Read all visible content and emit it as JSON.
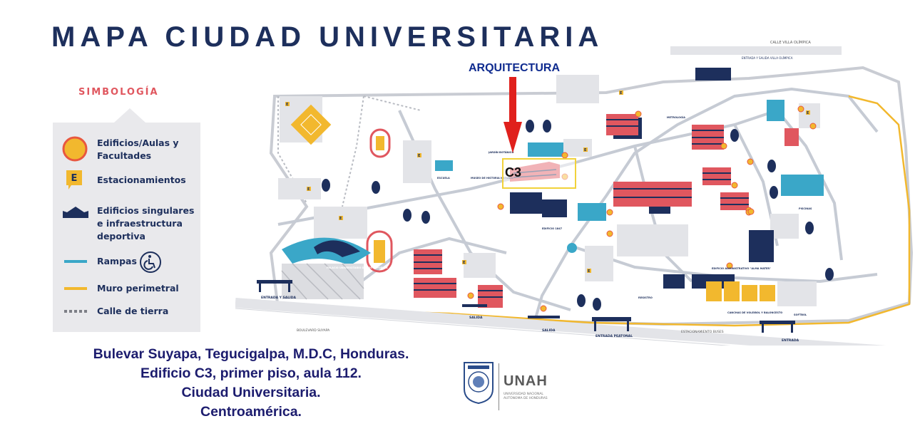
{
  "title": "MAPA CIUDAD UNIVERSITARIA",
  "simbologia": {
    "title": "SIMBOLOGÍA",
    "items": [
      {
        "icon": "building-circle-icon",
        "label": "Edificios/Aulas y Facultades"
      },
      {
        "icon": "parking-e-icon",
        "label": "Estacionamientos"
      },
      {
        "icon": "special-building-icon",
        "label": "Edificios singulares e infraestructura deportiva"
      },
      {
        "icon": "ramp-icon",
        "label": "Rampas"
      },
      {
        "icon": "perimeter-wall-icon",
        "label": "Muro perimetral"
      },
      {
        "icon": "dirt-road-icon",
        "label": "Calle de tierra"
      }
    ]
  },
  "highlight": {
    "label": "ARQUITECTURA",
    "building": "C3",
    "arrow_color": "#e0201c",
    "box_color": "#f1d23a"
  },
  "map_labels": {
    "calle_villa_olimpica": "CALLE VILLA OLÍMPICA",
    "boulevard": "BOULEVARD SUYAPA",
    "entrada_salida_left": "ENTRADA Y SALIDA",
    "entrada_salida_top": "ENTRADA Y SALIDA VILLA OLÍMPICA",
    "salida1": "SALIDA",
    "salida2": "SALIDA",
    "entrada_peatonal": "ENTRADA PEATONAL",
    "estacionamiento_buses": "ESTACIONAMIENTO BUSES",
    "entrada_right": "ENTRADA",
    "palacio": "PALACIO UNIVERSITARIO DE LOS DEPORTES",
    "aula_magna": "EDIFICIO ADMINISTRATIVO \"ALMA MATER\"",
    "canchas": "CANCHAS DE VOLEIBOL Y BALONCESTO",
    "edificio_1847": "EDIFICIO 1847",
    "jardin": "JARDÍN BOTÁNICO",
    "museo": "MUSEO DE HISTORIA NATURAL",
    "metrologia": "METROLOGÍA",
    "escuela": "ESCUELA",
    "registro": "REGISTRO",
    "softbol": "SOFTBOL",
    "piscinas": "PISCINAS"
  },
  "address": {
    "line1": "Bulevar Suyapa, Tegucigalpa, M.D.C, Honduras.",
    "line2": "Edificio C3, primer piso, aula 112.",
    "line3": "Ciudad Universitaria.",
    "line4": "Centroamérica."
  },
  "logo": {
    "name": "UNAH",
    "subtitle": "UNIVERSIDAD NACIONAL AUTÓNOMA DE HONDURAS"
  },
  "colors": {
    "navy": "#1d2f5c",
    "red": "#e0575f",
    "yellow": "#f2b82e",
    "teal": "#3aa7c8",
    "gray": "#e9e9ec"
  }
}
